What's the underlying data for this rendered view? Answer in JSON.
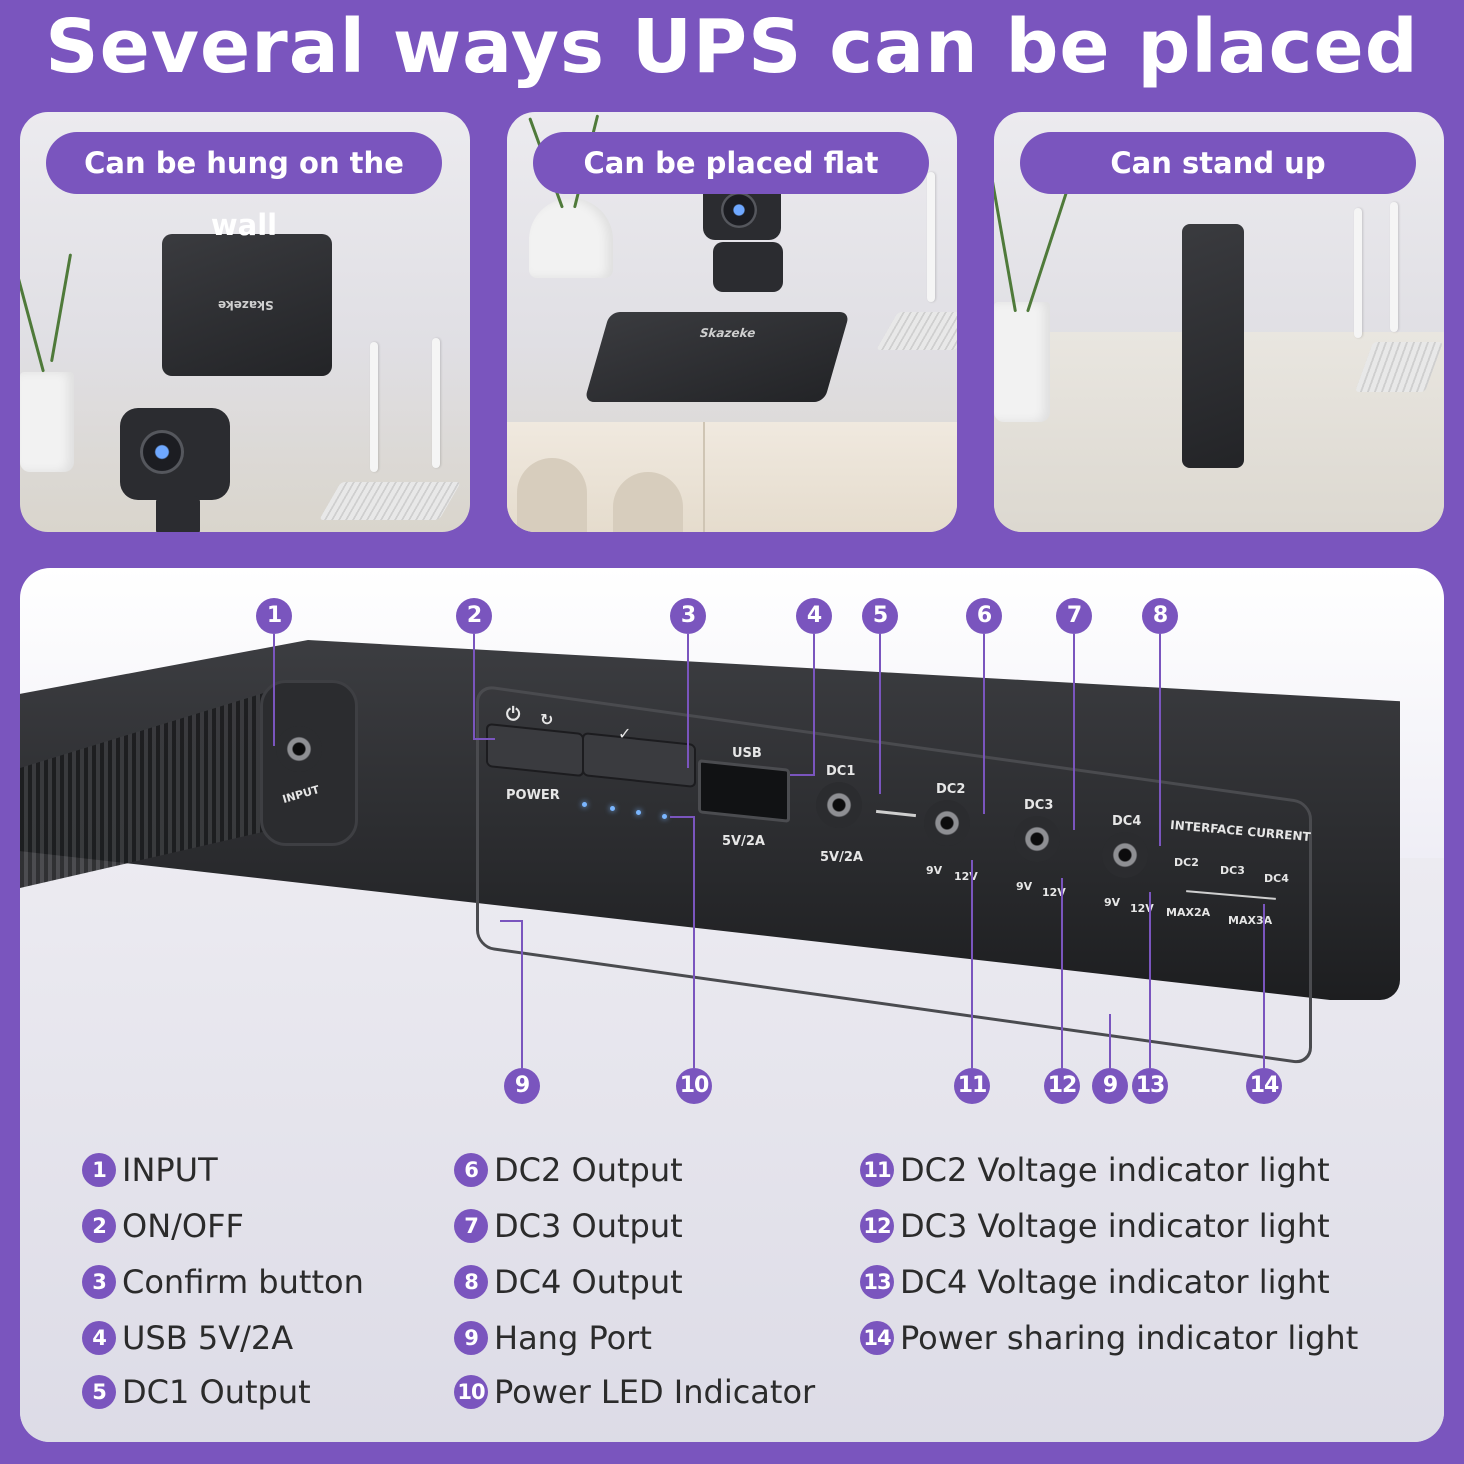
{
  "headline": "Several ways UPS can be placed",
  "placements": [
    {
      "label": "Can be hung on the wall"
    },
    {
      "label": "Can be placed flat"
    },
    {
      "label": "Can stand up"
    }
  ],
  "brand": "Skazeke",
  "device": {
    "input": "INPUT",
    "power": "POWER",
    "usb": "USB",
    "usb_rating": "5V/2A",
    "dc1": "DC1",
    "dc1_rating": "5V/2A",
    "dc2": "DC2",
    "dc3": "DC3",
    "dc4": "DC4",
    "v9": "9V",
    "v12": "12V",
    "interface_current": "INTERFACE CURRENT",
    "max2a": "MAX2A",
    "max3a": "MAX3A"
  },
  "callouts_top": [
    "1",
    "2",
    "3",
    "4",
    "5",
    "6",
    "7",
    "8"
  ],
  "callouts_bottom": [
    "9",
    "10",
    "11",
    "12",
    "9",
    "13",
    "14"
  ],
  "legend": [
    {
      "num": "1",
      "text": "INPUT"
    },
    {
      "num": "2",
      "text": "ON/OFF"
    },
    {
      "num": "3",
      "text": "Confirm button"
    },
    {
      "num": "4",
      "text": "USB 5V/2A"
    },
    {
      "num": "5",
      "text": "DC1 Output"
    },
    {
      "num": "6",
      "text": "DC2 Output"
    },
    {
      "num": "7",
      "text": "DC3 Output"
    },
    {
      "num": "8",
      "text": "DC4 Output"
    },
    {
      "num": "9",
      "text": "Hang Port"
    },
    {
      "num": "10",
      "text": "Power LED Indicator"
    },
    {
      "num": "11",
      "text": "DC2 Voltage indicator light"
    },
    {
      "num": "12",
      "text": "DC3 Voltage indicator light"
    },
    {
      "num": "13",
      "text": "DC4 Voltage indicator light"
    },
    {
      "num": "14",
      "text": "Power sharing indicator light"
    }
  ]
}
